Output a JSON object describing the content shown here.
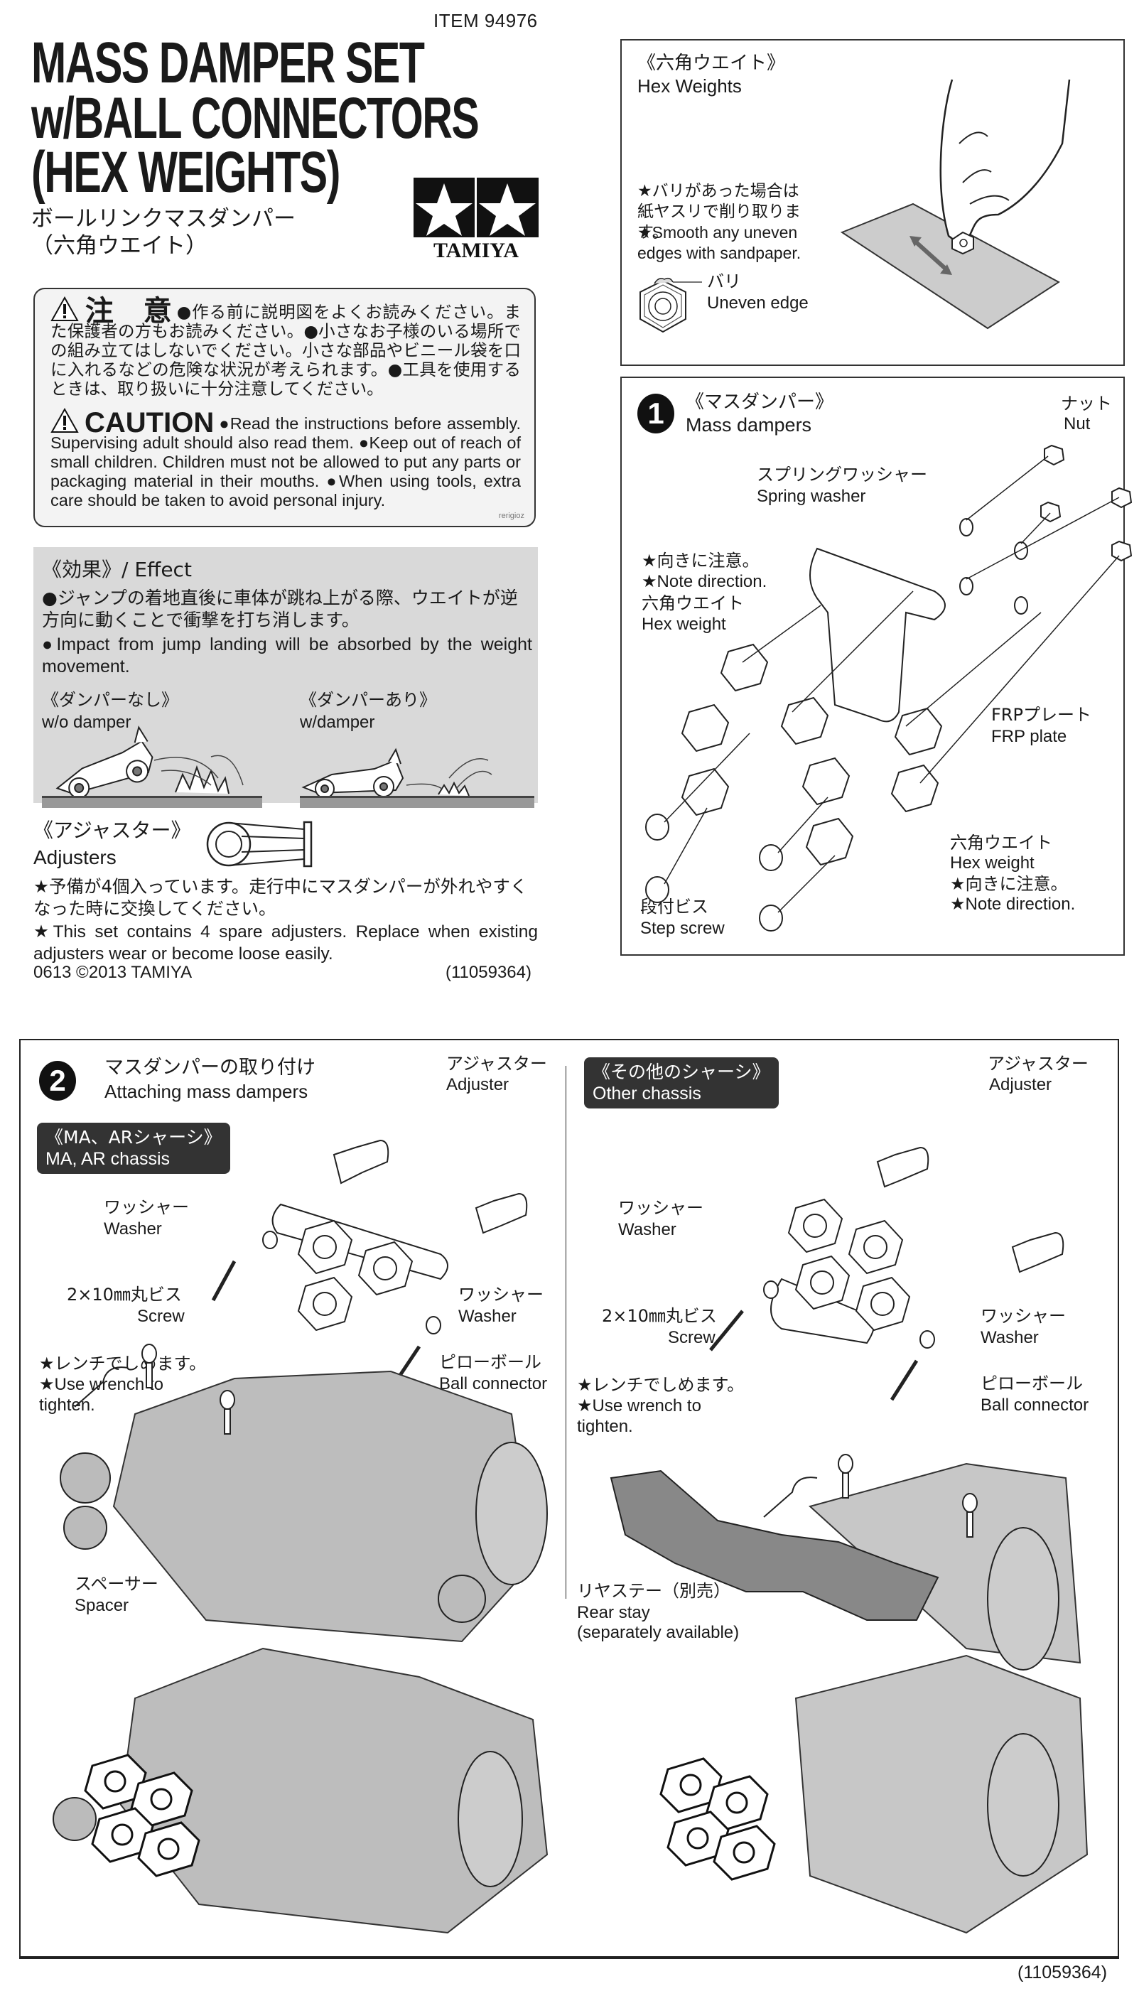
{
  "header": {
    "item_number": "ITEM 94976",
    "title_line1": "MASS DAMPER SET",
    "title_line2": "w/BALL CONNECTORS",
    "title_line3": "(HEX WEIGHTS)",
    "jp_title_line1": "ボールリンクマスダンパー",
    "jp_title_line2": "（六角ウエイト）",
    "logo_text": "TAMIYA"
  },
  "caution": {
    "jp_heading": "注　意",
    "jp_text": "●作る前に説明図をよくお読みください。また保護者の方もお読みください。●小さなお子様のいる場所での組み立てはしないでください。小さな部品やビニール袋を口に入れるなどの危険な状況が考えられます。●工具を使用するときは、取り扱いに十分注意してください。",
    "en_heading": "CAUTION",
    "en_text": "●Read the instructions before assembly. Supervising adult should also read them. ●Keep out of reach of small children. Children must not be allowed to put any parts or packaging material in their mouths. ●When using tools, extra care should be taken to avoid personal injury.",
    "watermark": "rerigioz"
  },
  "effect": {
    "title": "《効果》/ Effect",
    "jp_text": "●ジャンプの着地直後に車体が跳ね上がる際、ウエイトが逆方向に動くことで衝撃を打ち消します。",
    "en_text": "●Impact from jump landing will be absorbed by the weight movement.",
    "without_jp": "《ダンパーなし》",
    "without_en": "w/o damper",
    "with_jp": "《ダンパーあり》",
    "with_en": "w/damper"
  },
  "adjusters": {
    "title_jp": "《アジャスター》",
    "title_en": "Adjusters",
    "jp_text": "★予備が4個入っています。走行中にマスダンパーが外れやすくなった時に交換してください。",
    "en_text": "★This set contains 4 spare adjusters. Replace when existing adjusters wear or become loose easily."
  },
  "footer": {
    "left": "0613 ©2013 TAMIYA",
    "code": "(11059364)",
    "bottom_code": "(11059364)"
  },
  "hex_weights": {
    "title_jp": "《六角ウエイト》",
    "title_en": "Hex Weights",
    "note_jp": "★バリがあった場合は紙ヤスリで削り取ります。",
    "note_en": "★Smooth any uneven edges with sandpaper.",
    "edge_jp": "バリ",
    "edge_en": "Uneven edge"
  },
  "step1": {
    "number": "1",
    "title_jp": "《マスダンパー》",
    "title_en": "Mass dampers",
    "nut_jp": "ナット",
    "nut_en": "Nut",
    "spring_jp": "スプリングワッシャー",
    "spring_en": "Spring washer",
    "note_jp": "★向きに注意。",
    "note_en": "★Note direction.",
    "hex_jp": "六角ウエイト",
    "hex_en": "Hex weight",
    "frp_jp": "FRPプレート",
    "frp_en": "FRP plate",
    "hex2_jp": "六角ウエイト",
    "hex2_en": "Hex weight",
    "note2_jp": "★向きに注意。",
    "note2_en": "★Note direction.",
    "screw_jp": "段付ビス",
    "screw_en": "Step screw"
  },
  "step2": {
    "number": "2",
    "title_jp": "マスダンパーの取り付け",
    "title_en": "Attaching mass dampers",
    "left": {
      "tag_jp": "《MA、ARシャーシ》",
      "tag_en": "MA, AR chassis",
      "adjuster_jp": "アジャスター",
      "adjuster_en": "Adjuster",
      "washer1_jp": "ワッシャー",
      "washer1_en": "Washer",
      "screw_jp": "2×10㎜丸ビス",
      "screw_en": "Screw",
      "washer2_jp": "ワッシャー",
      "washer2_en": "Washer",
      "wrench_jp": "★レンチでしめます。",
      "wrench_en": "★Use wrench to tighten.",
      "ball_jp": "ピローボール",
      "ball_en": "Ball connector",
      "spacer_jp": "スペーサー",
      "spacer_en": "Spacer"
    },
    "right": {
      "tag_jp": "《その他のシャーシ》",
      "tag_en": "Other chassis",
      "adjuster_jp": "アジャスター",
      "adjuster_en": "Adjuster",
      "washer1_jp": "ワッシャー",
      "washer1_en": "Washer",
      "screw_jp": "2×10㎜丸ビス",
      "screw_en": "Screw",
      "washer2_jp": "ワッシャー",
      "washer2_en": "Washer",
      "wrench_jp": "★レンチでしめます。",
      "wrench_en": "★Use wrench to tighten.",
      "ball_jp": "ピローボール",
      "ball_en": "Ball connector",
      "stay_jp": "リヤステー（別売）",
      "stay_en1": "Rear stay",
      "stay_en2": "(separately available)"
    }
  }
}
